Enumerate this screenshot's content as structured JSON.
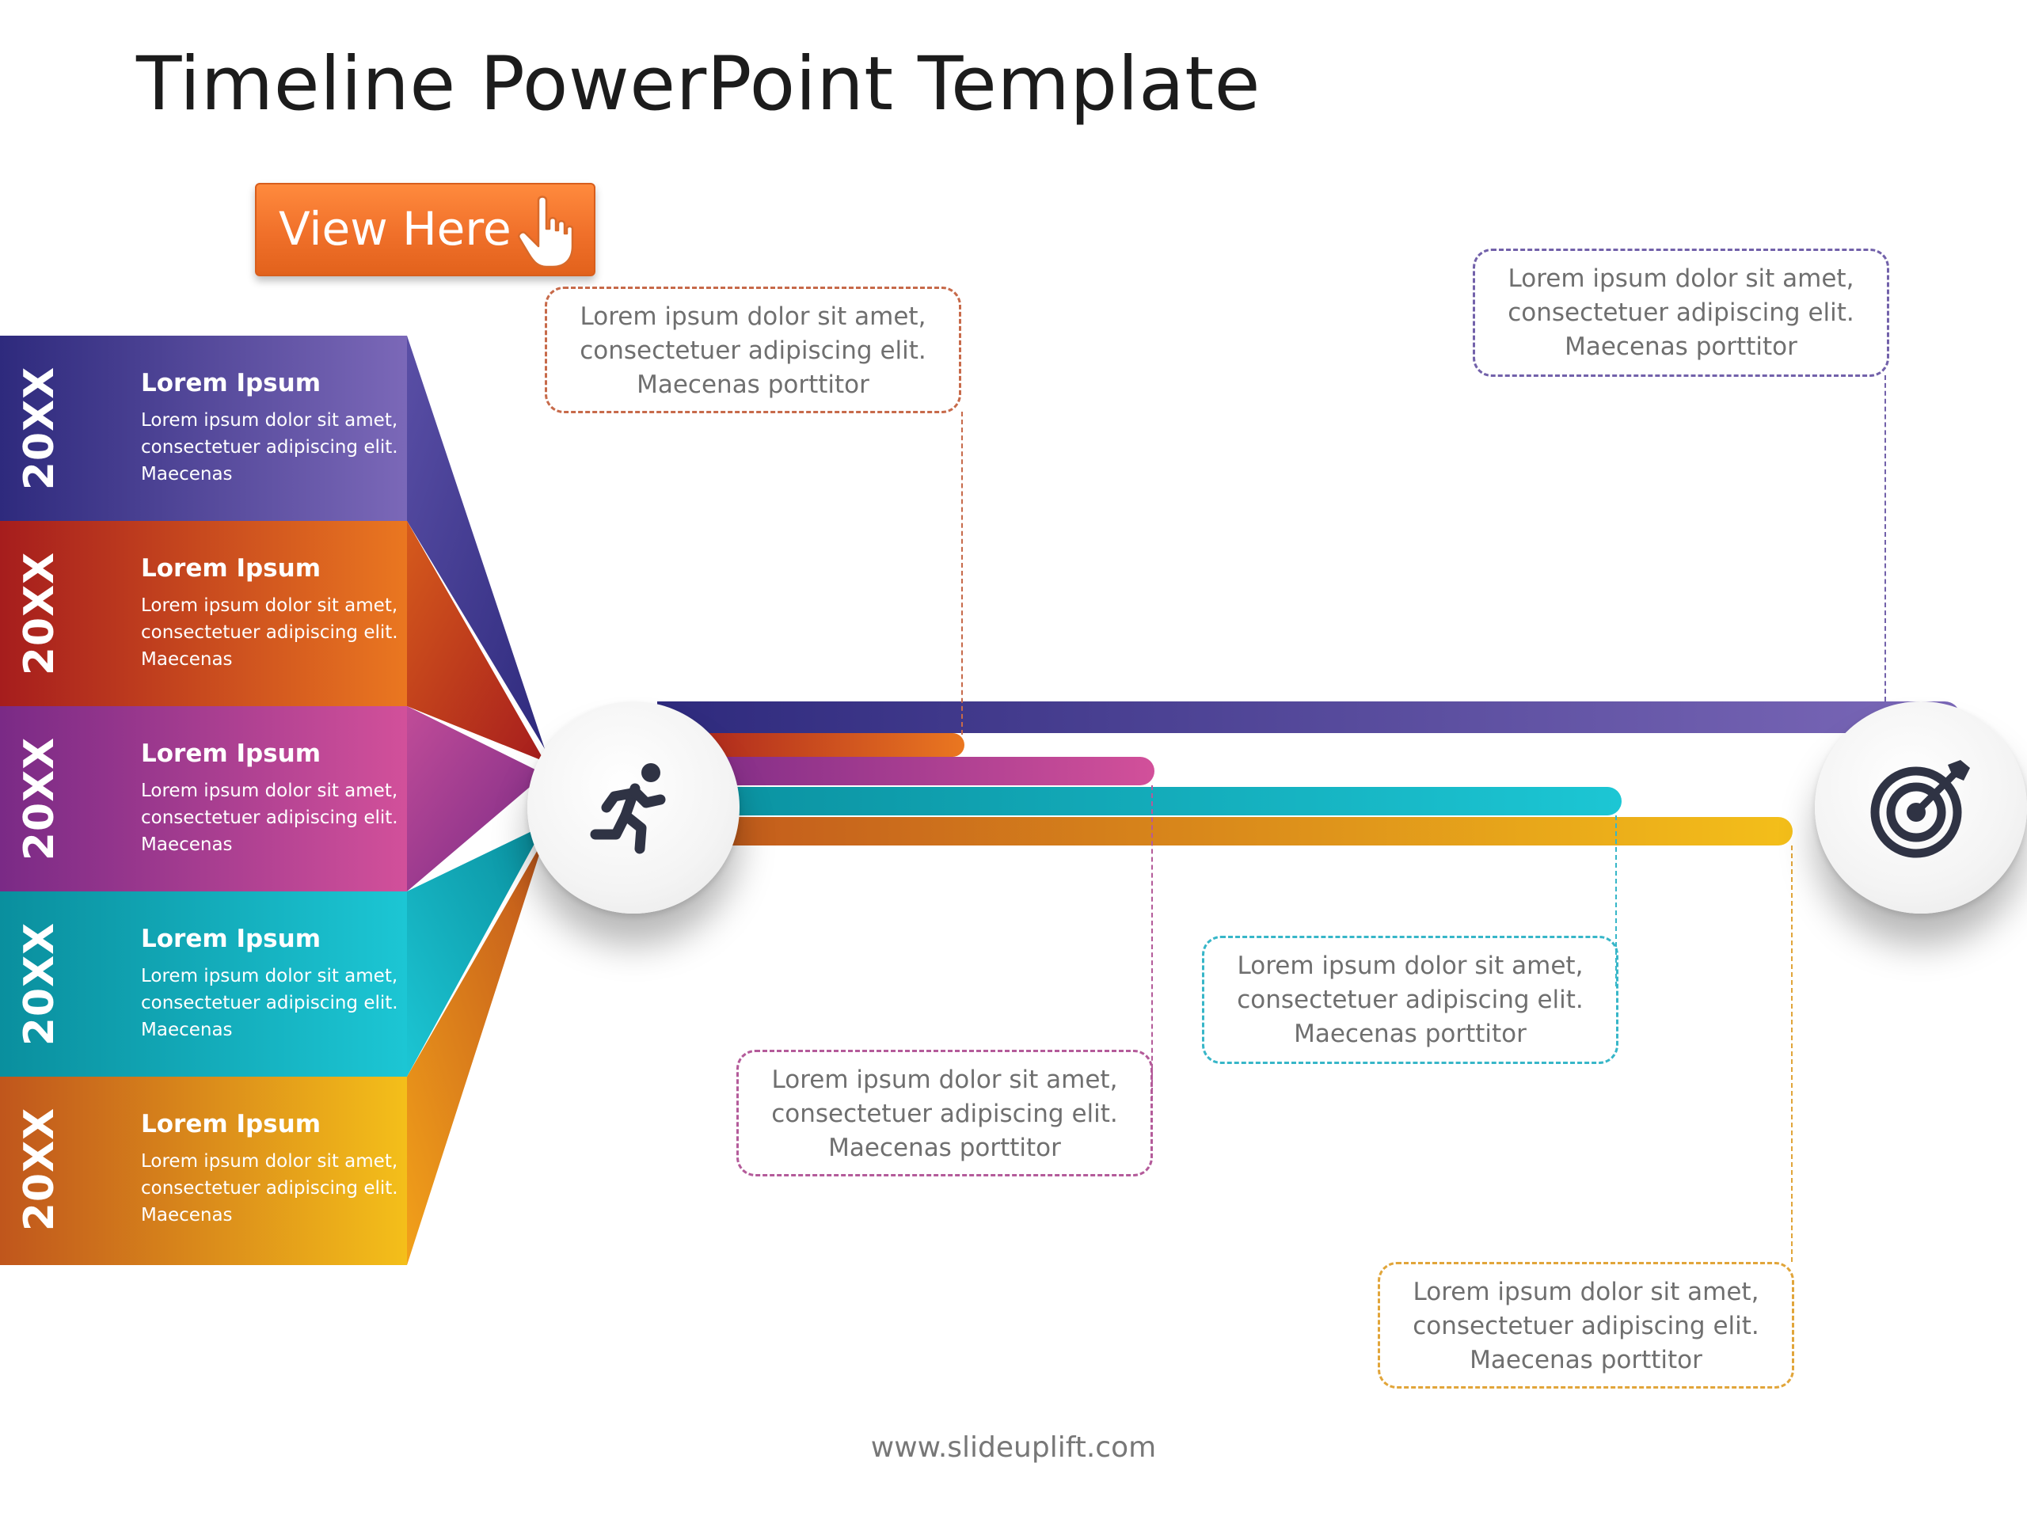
{
  "slide": {
    "title": "Timeline PowerPoint Template",
    "button_label": "View Here",
    "footer": "www.slideuplift.com"
  },
  "stages": [
    {
      "year": "20XX",
      "heading": "Lorem Ipsum",
      "lines": [
        "Lorem ipsum dolor sit amet,",
        "consectetuer adipiscing elit.",
        "Maecenas"
      ],
      "color_start": "#2e2a7d",
      "color_end": "#7b68b8"
    },
    {
      "year": "20XX",
      "heading": "Lorem Ipsum",
      "lines": [
        "Lorem ipsum dolor sit amet,",
        "consectetuer adipiscing elit.",
        "Maecenas"
      ],
      "color_start": "#a61d1d",
      "color_end": "#ea7720"
    },
    {
      "year": "20XX",
      "heading": "Lorem Ipsum",
      "lines": [
        "Lorem ipsum dolor sit amet,",
        "consectetuer adipiscing elit.",
        "Maecenas"
      ],
      "color_start": "#7a2a86",
      "color_end": "#d2509a"
    },
    {
      "year": "20XX",
      "heading": "Lorem Ipsum",
      "lines": [
        "Lorem ipsum dolor sit amet,",
        "consectetuer adipiscing elit.",
        "Maecenas"
      ],
      "color_start": "#0a8f9e",
      "color_end": "#1cc6d4"
    },
    {
      "year": "20XX",
      "heading": "Lorem Ipsum",
      "lines": [
        "Lorem ipsum dolor sit amet,",
        "consectetuer adipiscing elit.",
        "Maecenas"
      ],
      "color_start": "#c0561c",
      "color_end": "#f4bf1a"
    }
  ],
  "callouts": [
    {
      "lines": [
        "Lorem ipsum dolor sit amet,",
        "consectetuer adipiscing elit.",
        "Maecenas porttitor"
      ],
      "border_color": "#c76a4a"
    },
    {
      "lines": [
        "Lorem ipsum dolor sit amet,",
        "consectetuer adipiscing elit.",
        "Maecenas porttitor"
      ],
      "border_color": "#7261aa"
    },
    {
      "lines": [
        "Lorem ipsum dolor sit amet,",
        "consectetuer adipiscing elit.",
        "Maecenas porttitor"
      ],
      "border_color": "#37b6c8"
    },
    {
      "lines": [
        "Lorem ipsum dolor sit amet,",
        "consectetuer adipiscing elit.",
        "Maecenas porttitor"
      ],
      "border_color": "#b45b9a"
    },
    {
      "lines": [
        "Lorem ipsum dolor sit amet,",
        "consectetuer adipiscing elit.",
        "Maecenas porttitor"
      ],
      "border_color": "#e1a53a"
    }
  ],
  "icons": {
    "start": "running-person-icon",
    "end": "target-icon",
    "button": "pointer-hand-icon"
  }
}
